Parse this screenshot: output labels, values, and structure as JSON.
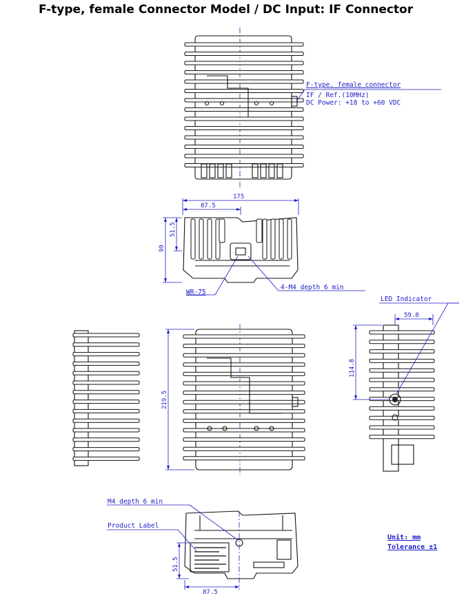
{
  "title": "F-type, female Connector Model / DC Input: IF Connector",
  "top_view": {
    "callout_line1": "F-type. female connector",
    "callout_line2": "IF / Ref.(10MHz)",
    "callout_line3": "DC Power: +18 to +60 VDC"
  },
  "front_view": {
    "dim_width": "175",
    "dim_half_width": "87.5",
    "dim_height": "99",
    "dim_half_height": "51.5",
    "label_waveguide": "WR-75",
    "label_holes": "4-M4 depth 6 min"
  },
  "main_view": {
    "dim_length": "219.5"
  },
  "side_view": {
    "label_led": "LED Indicator",
    "dim_led_x": "59.8",
    "dim_led_y": "114.8"
  },
  "bottom_view": {
    "label_holes": "M4 depth 6 min",
    "label_product": "Product Label",
    "dim_half_height": "51.5",
    "dim_half_width": "87.5"
  },
  "notes": {
    "unit": "Unit: mm",
    "tolerance": "Tolerance ±1"
  }
}
